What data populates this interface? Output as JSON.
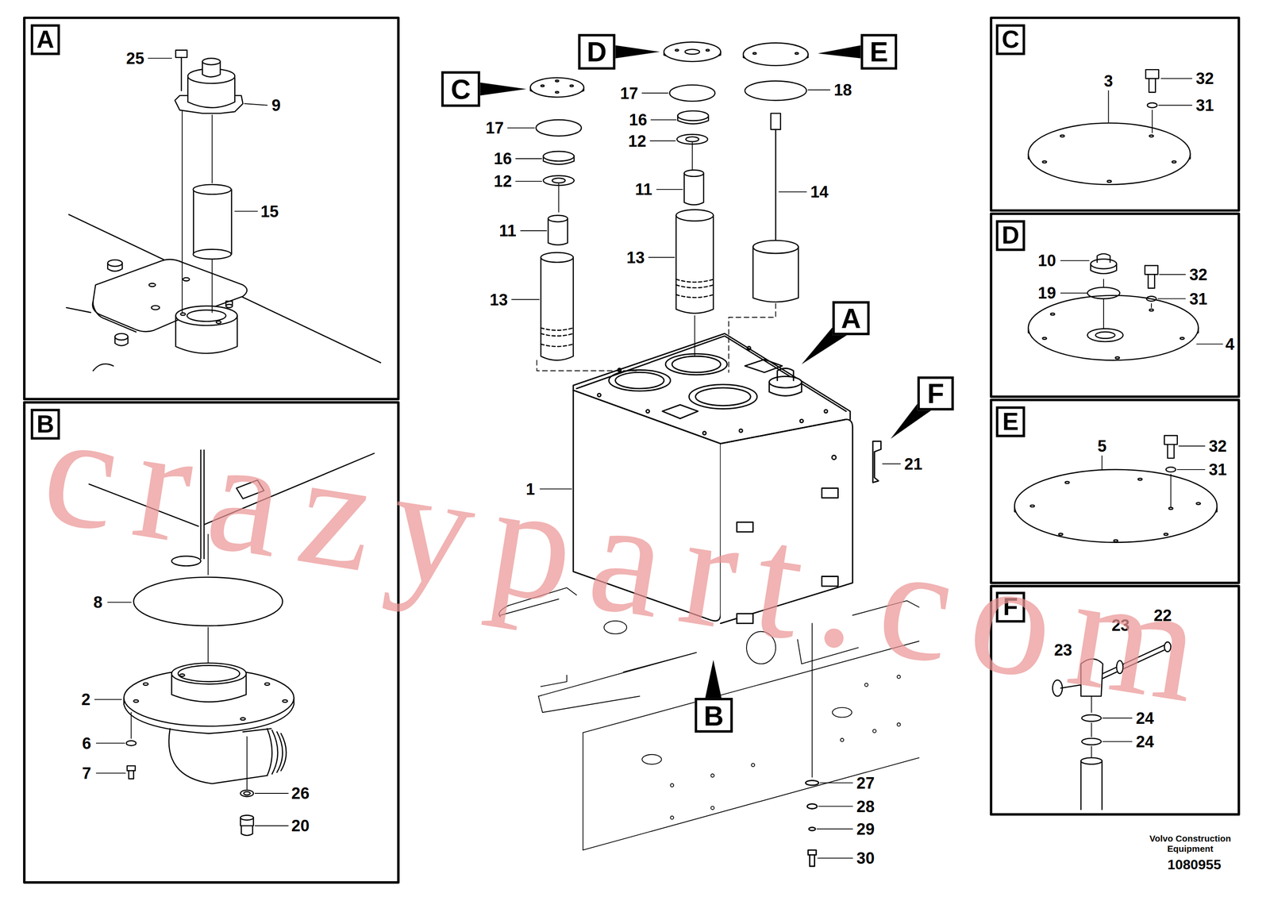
{
  "diagram": {
    "nodes": [
      {
        "text": [
          "A"
        ]
      },
      {
        "text": [
          "D"
        ]
      },
      {
        "text": [
          "E"
        ]
      },
      {
        "text": [
          "C"
        ]
      },
      {
        "text": [
          "C"
        ]
      },
      {
        "text": [
          "D"
        ]
      },
      {
        "text": [
          "A"
        ]
      },
      {
        "text": [
          "F"
        ]
      },
      {
        "text": [
          "E"
        ]
      },
      {
        "text": [
          "B"
        ]
      },
      {
        "text": [
          "F"
        ]
      },
      {
        "text": [
          "B"
        ]
      }
    ],
    "labels": [
      "25",
      "9",
      "15",
      "8",
      "2",
      "6",
      "7",
      "26",
      "20",
      "17",
      "16",
      "12",
      "11",
      "13",
      "17",
      "16",
      "12",
      "11",
      "13",
      "18",
      "14",
      "1",
      "21",
      "27",
      "28",
      "29",
      "30",
      "3",
      "32",
      "31",
      "10",
      "32",
      "19",
      "31",
      "4",
      "5",
      "32",
      "31",
      "22",
      "23",
      "23",
      "24",
      "24",
      "Volvo Construction Equipment",
      "1080955",
      "crazypart.com"
    ]
  }
}
